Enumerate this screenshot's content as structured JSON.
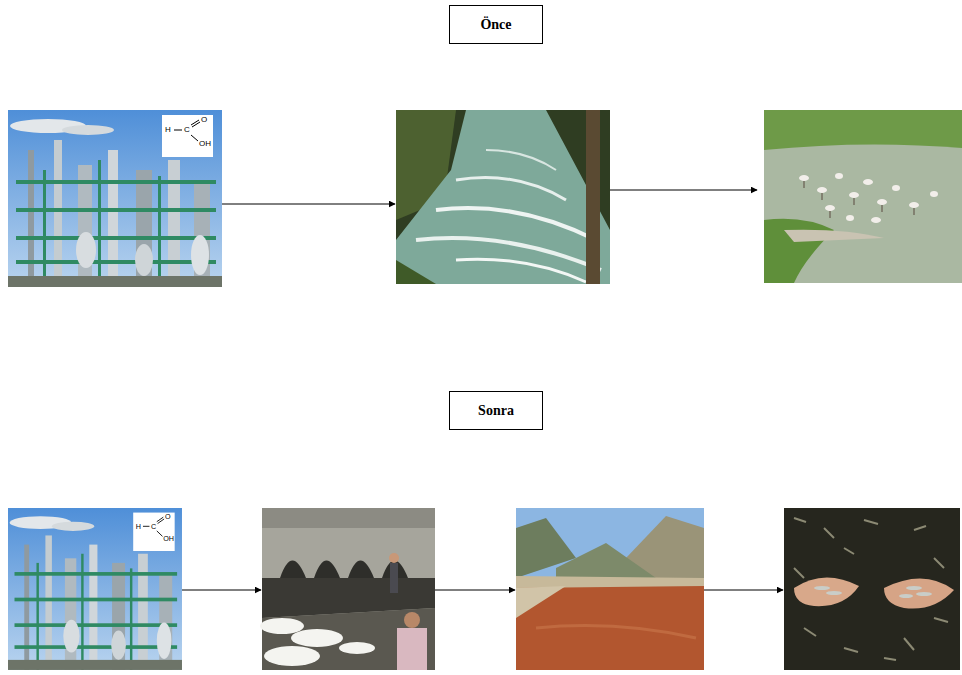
{
  "diagram": {
    "nodes": [
      {
        "text": [
          "Önce"
        ]
      },
      {
        "text": [
          "Sonra"
        ]
      }
    ],
    "labels": [
      "H",
      "C",
      "O",
      "OH",
      "H",
      "C",
      "O",
      "OH"
    ]
  }
}
